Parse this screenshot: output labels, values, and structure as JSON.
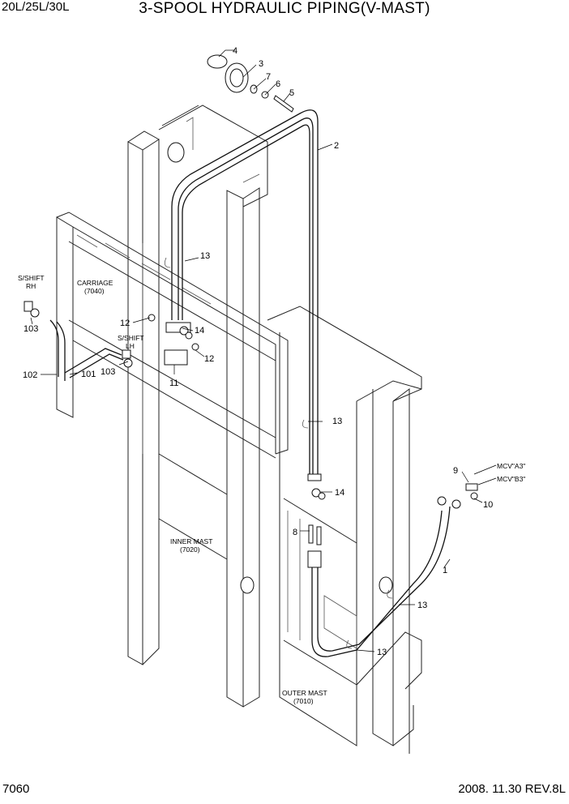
{
  "header": {
    "model": "20L/25L/30L",
    "title": "3-SPOOL HYDRAULIC PIPING(V-MAST)"
  },
  "footer": {
    "page": "7060",
    "date_rev": "2008. 11.30  REV.8L"
  },
  "labels": {
    "sshift_rh_1": "S/SHIFT",
    "sshift_rh_2": "RH",
    "carriage_1": "CARRIAGE",
    "carriage_2": "(7040)",
    "sshift_lh_1": "S/SHIFT",
    "sshift_lh_2": "LH",
    "inner_mast_1": "INNER MAST",
    "inner_mast_2": "(7020)",
    "outer_mast_1": "OUTER MAST",
    "outer_mast_2": "(7010)",
    "mcv_a3": "MCV\"A3\"",
    "mcv_b3": "MCV\"B3\""
  },
  "callouts": {
    "c1": "1",
    "c2": "2",
    "c3": "3",
    "c4": "4",
    "c5": "5",
    "c6": "6",
    "c7": "7",
    "c8": "8",
    "c9": "9",
    "c10": "10",
    "c11": "11",
    "c12a": "12",
    "c12b": "12",
    "c13a": "13",
    "c13b": "13",
    "c13c": "13",
    "c13d": "13",
    "c14a": "14",
    "c14b": "14",
    "c101": "101",
    "c102": "102",
    "c103a": "103",
    "c103b": "103"
  }
}
